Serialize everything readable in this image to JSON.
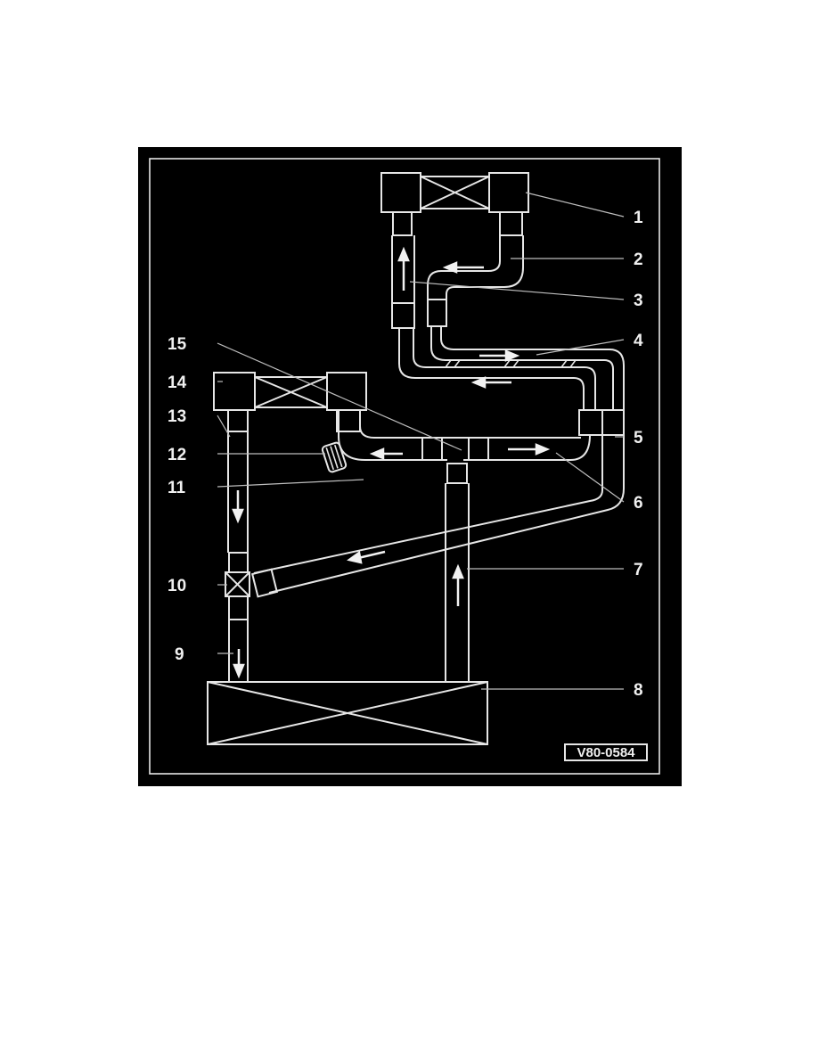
{
  "diagram": {
    "labels": {
      "l1": "1",
      "l2": "2",
      "l3": "3",
      "l4": "4",
      "l5": "5",
      "l6": "6",
      "l7": "7",
      "l8": "8",
      "l9": "9",
      "l10": "10",
      "l11": "11",
      "l12": "12",
      "l13": "13",
      "l14": "14",
      "l15": "15"
    },
    "figure_code": "V80-0584"
  }
}
